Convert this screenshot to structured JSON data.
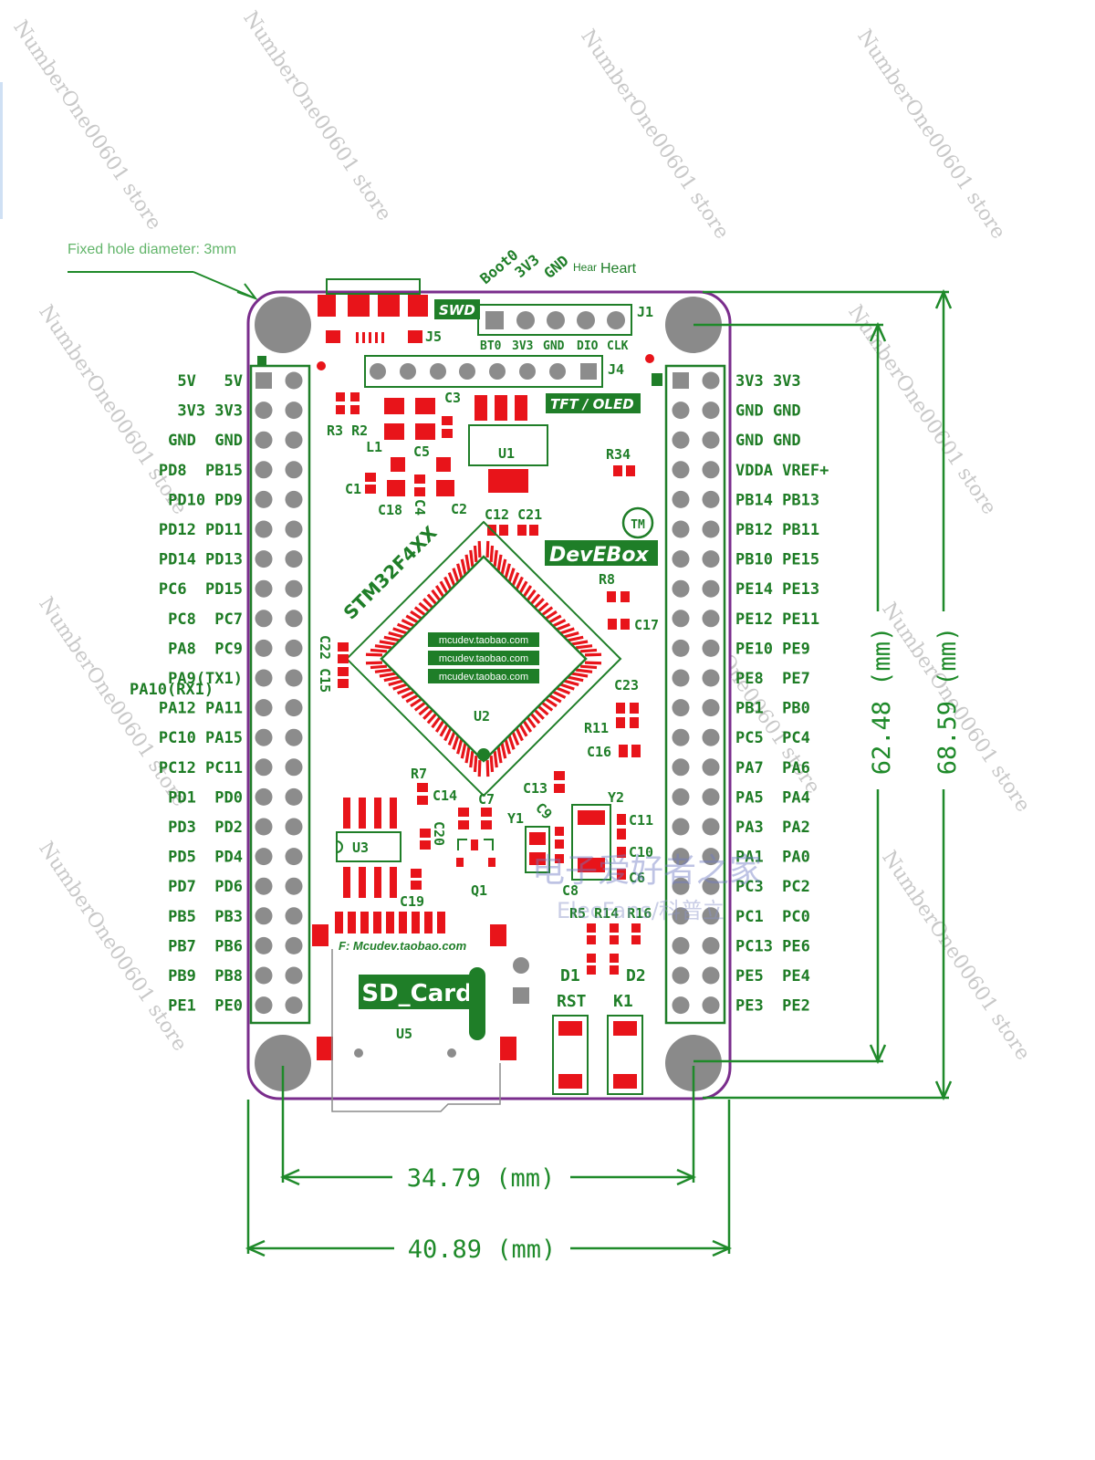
{
  "annotation": {
    "hole_note": "Fixed hole diameter: 3mm"
  },
  "watermark": {
    "text": "NumberOne00601 store"
  },
  "board": {
    "chip_label": "STM32F4XX",
    "brand": "DevEBox",
    "tm": "TM",
    "swd": "SWD",
    "tft": "TFT / OLED",
    "shop_lines": [
      "mcudev.taobao.com",
      "mcudev.taobao.com",
      "mcudev.taobao.com"
    ],
    "sd_label": "SD_Card",
    "sd_url": "F: Mcudev.taobao.com",
    "j1_labels": [
      "BT0",
      "3V3",
      "GND",
      "DIO",
      "CLK"
    ],
    "top_labels": [
      "Boot0",
      "3V3",
      "GND"
    ],
    "heart": "Heart",
    "heart_small": "Hear",
    "refs": {
      "j1": "J1",
      "j4": "J4",
      "j5": "J5",
      "u1": "U1",
      "u2": "U2",
      "u3": "U3",
      "u5": "U5",
      "r3r2": "R3 R2",
      "l1": "L1",
      "c3": "C3",
      "c5": "C5",
      "c1": "C1",
      "c18": "C18",
      "c4": "C4",
      "c2": "C2",
      "r34": "R34",
      "c12c21": "C12 C21",
      "r8": "R8",
      "c17": "C17",
      "c22c15": "C22 C15",
      "c23": "C23",
      "r11": "R11",
      "c16": "C16",
      "r7": "R7",
      "c14": "C14",
      "c7": "C7",
      "c13": "C13",
      "y2": "Y2",
      "y1": "Y1",
      "c9": "C9",
      "c11": "C11",
      "c10": "C10",
      "c6": "C6",
      "c20": "C20",
      "q1": "Q1",
      "c19": "C19",
      "c8": "C8",
      "r5r14r16": "R5 R14 R16",
      "d1": "D1",
      "d2": "D2",
      "rst": "RST",
      "k1": "K1"
    }
  },
  "left_header": {
    "labels": [
      "5V   5V",
      "3V3 3V3",
      "GND  GND",
      "PD8  PB15",
      "PD10 PD9",
      "PD12 PD11",
      "PD14 PD13",
      "PC6  PD15",
      "PC8  PC7",
      "PA8  PC9",
      "PA9(TX1)",
      "PA12 PA11",
      "PC10 PA15",
      "PC12 PC11",
      "PD1  PD0",
      "PD3  PD2",
      "PD5  PD4",
      "PD7  PD6",
      "PB5  PB3",
      "PB7  PB6",
      "PB9  PB8",
      "PE1  PE0"
    ],
    "extra_label": "PA10(RX1)"
  },
  "right_header": {
    "labels": [
      "3V3 3V3",
      "GND GND",
      "GND GND",
      "VDDA VREF+",
      "PB14 PB13",
      "PB12 PB11",
      "PB10 PE15",
      "PE14 PE13",
      "PE12 PE11",
      "PE10 PE9",
      "PE8  PE7",
      "PB1  PB0",
      "PC5  PC4",
      "PA7  PA6",
      "PA5  PA4",
      "PA3  PA2",
      "PA1  PA0",
      "PC3  PC2",
      "PC1  PC0",
      "PC13 PE6",
      "PE5  PE4",
      "PE3  PE2"
    ]
  },
  "dimensions": {
    "width_inner": "34.79 (mm)",
    "width_outer": "40.89 (mm)",
    "height_inner": "62.48 (mm)",
    "height_outer": "68.59 (mm)"
  },
  "overlay_watermark": {
    "line1": "电子爱好者之家",
    "line2": "ElecFans/科普立"
  },
  "colors": {
    "silk": "#1f7e28",
    "pad": "#e8141a",
    "outline": "#7a2d8c",
    "hole": "#8a8a8a",
    "pin": "#8c8c8c",
    "dim": "#1f8a2a"
  }
}
